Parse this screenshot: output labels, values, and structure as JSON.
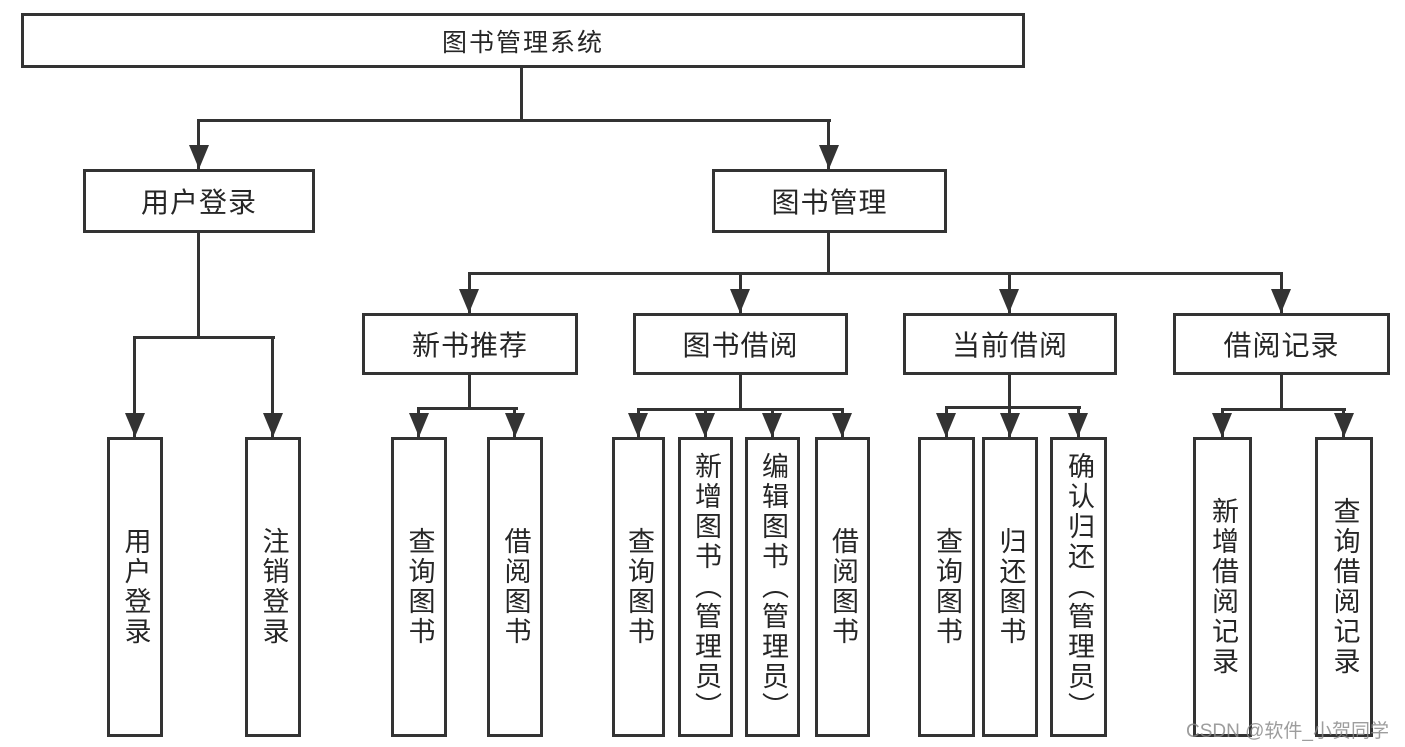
{
  "diagram": {
    "root": {
      "label": "图书管理系统"
    },
    "branches": [
      {
        "label": "用户登录",
        "leaves": [
          {
            "label": "用户登录"
          },
          {
            "label": "注销登录"
          }
        ]
      },
      {
        "label": "图书管理",
        "sections": [
          {
            "label": "新书推荐",
            "leaves": [
              {
                "label": "查询图书"
              },
              {
                "label": "借阅图书"
              }
            ]
          },
          {
            "label": "图书借阅",
            "leaves": [
              {
                "label": "查询图书"
              },
              {
                "label": "新增图书（管理员）"
              },
              {
                "label": "编辑图书（管理员）"
              },
              {
                "label": "借阅图书"
              }
            ]
          },
          {
            "label": "当前借阅",
            "leaves": [
              {
                "label": "查询图书"
              },
              {
                "label": "归还图书"
              },
              {
                "label": "确认归还（管理员）"
              }
            ]
          },
          {
            "label": "借阅记录",
            "leaves": [
              {
                "label": "新增借阅记录"
              },
              {
                "label": "查询借阅记录"
              }
            ]
          }
        ]
      }
    ],
    "watermark": "CSDN @软件_小贺同学",
    "colors": {
      "line": "#333333",
      "text": "#262626",
      "watermark": "#878787",
      "background": "#ffffff"
    }
  }
}
